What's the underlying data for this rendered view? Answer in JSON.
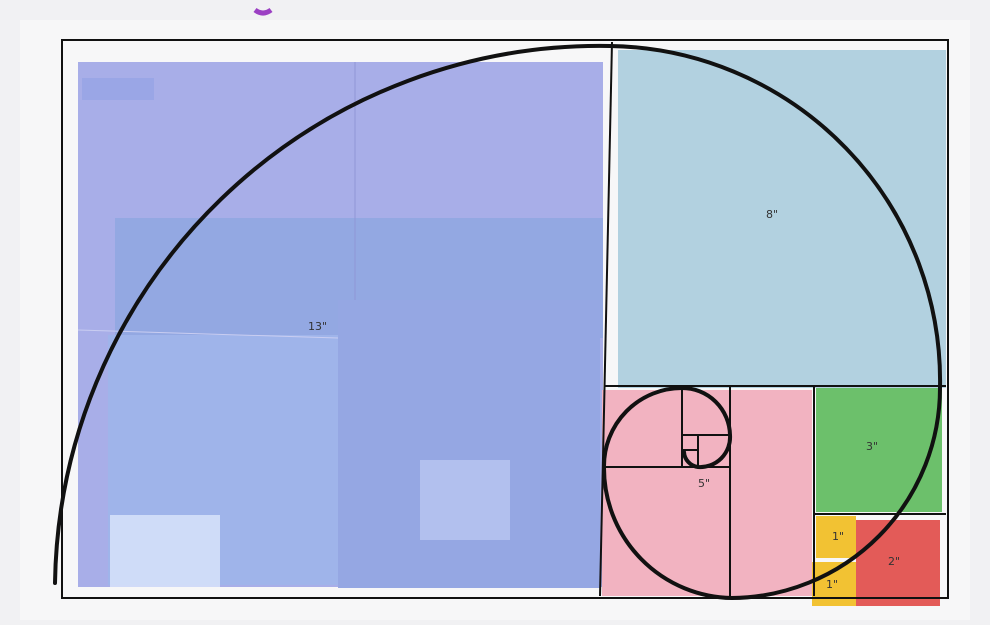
{
  "labels": {
    "large_square": "13\"",
    "upper_right_square": "8\"",
    "pink_square": "5\"",
    "green_square": "3\"",
    "red_square": "2\"",
    "yellow_square_top": "1\"",
    "yellow_square_bottom": "1\""
  },
  "colors": {
    "background": "#f1f1f3",
    "poster": "#ffffff",
    "violet_paper": "#a8aee8",
    "blue_paper": "#93a8e2",
    "light_blue_paper": "#b2d1e0",
    "pink_paper": "#f2b3c1",
    "green_paper": "#6cc06b",
    "red_paper": "#e35b58",
    "yellow_paper": "#f2c233",
    "ink": "#111111"
  }
}
